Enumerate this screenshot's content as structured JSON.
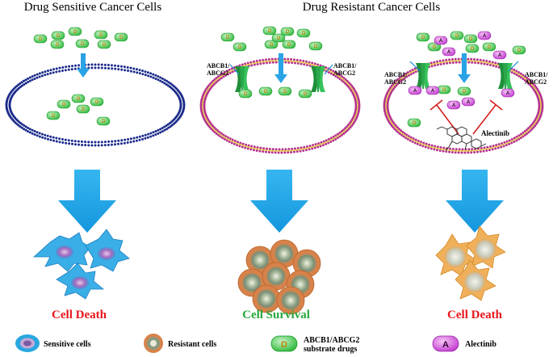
{
  "titles": {
    "sensitive": "Drug Sensitive Cancer Cells",
    "resistant": "Drug Resistant Cancer Cells"
  },
  "transporter_label": {
    "line1": "ABCB1/",
    "line2": "ABCG2"
  },
  "drug_letter": "D",
  "alectinib_letter": "A",
  "alectinib_label": "Alectinib",
  "outcomes": {
    "left": "Cell Death",
    "middle": "Cell Survival",
    "right": "Cell Death"
  },
  "legend": {
    "sensitive": "Sensitive cells",
    "resistant": "Resistant cells",
    "drug_line1": "ABCB1/ABCG2",
    "drug_line2": "substrate drugs",
    "alectinib": "Alectinib"
  },
  "colors": {
    "sensitive_membrane": "#1a2a8a",
    "resistant_membrane": "#b5318f",
    "arrow": "#1aa3e8",
    "drug_pill": "#3cc84a",
    "alectinib_pill": "#d040d8",
    "transporter": "#22a84a",
    "death_text": "#e8151b",
    "survival_text": "#27a83a",
    "inhibit": "#d81e1e"
  }
}
